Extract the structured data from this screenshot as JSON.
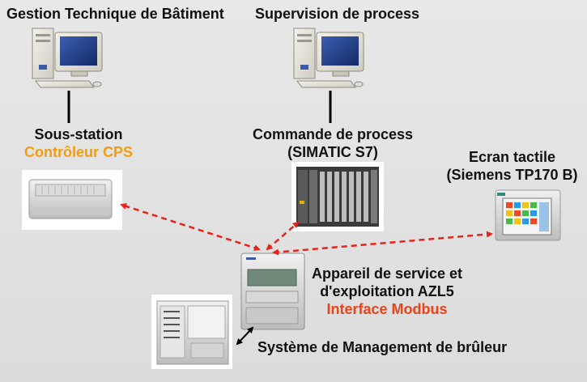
{
  "nodes": {
    "gtb": {
      "title": "Gestion Technique de Bâtiment"
    },
    "supervision": {
      "title": "Supervision de process"
    },
    "sous_station": {
      "line1": "Sous-station",
      "line2": "Contrôleur CPS"
    },
    "commande": {
      "line1": "Commande de process",
      "line2": "(SIMATIC S7)"
    },
    "ecran": {
      "line1": "Ecran tactile",
      "line2": "(Siemens TP170 B)"
    },
    "azl5": {
      "line1": "Appareil de service et",
      "line2": "d'exploitation AZL5",
      "line3": "Interface Modbus"
    },
    "bms": {
      "label": "Système de Management de brûleur"
    }
  },
  "colors": {
    "link_dashed": "#e8221a",
    "accent_orange": "#f39c12",
    "accent_red": "#e8441a",
    "line_solid": "#000000"
  },
  "icons": [
    "computer-icon",
    "controller-icon",
    "plc-icon",
    "touchscreen-icon",
    "azl5-device-icon",
    "burner-manager-icon"
  ]
}
